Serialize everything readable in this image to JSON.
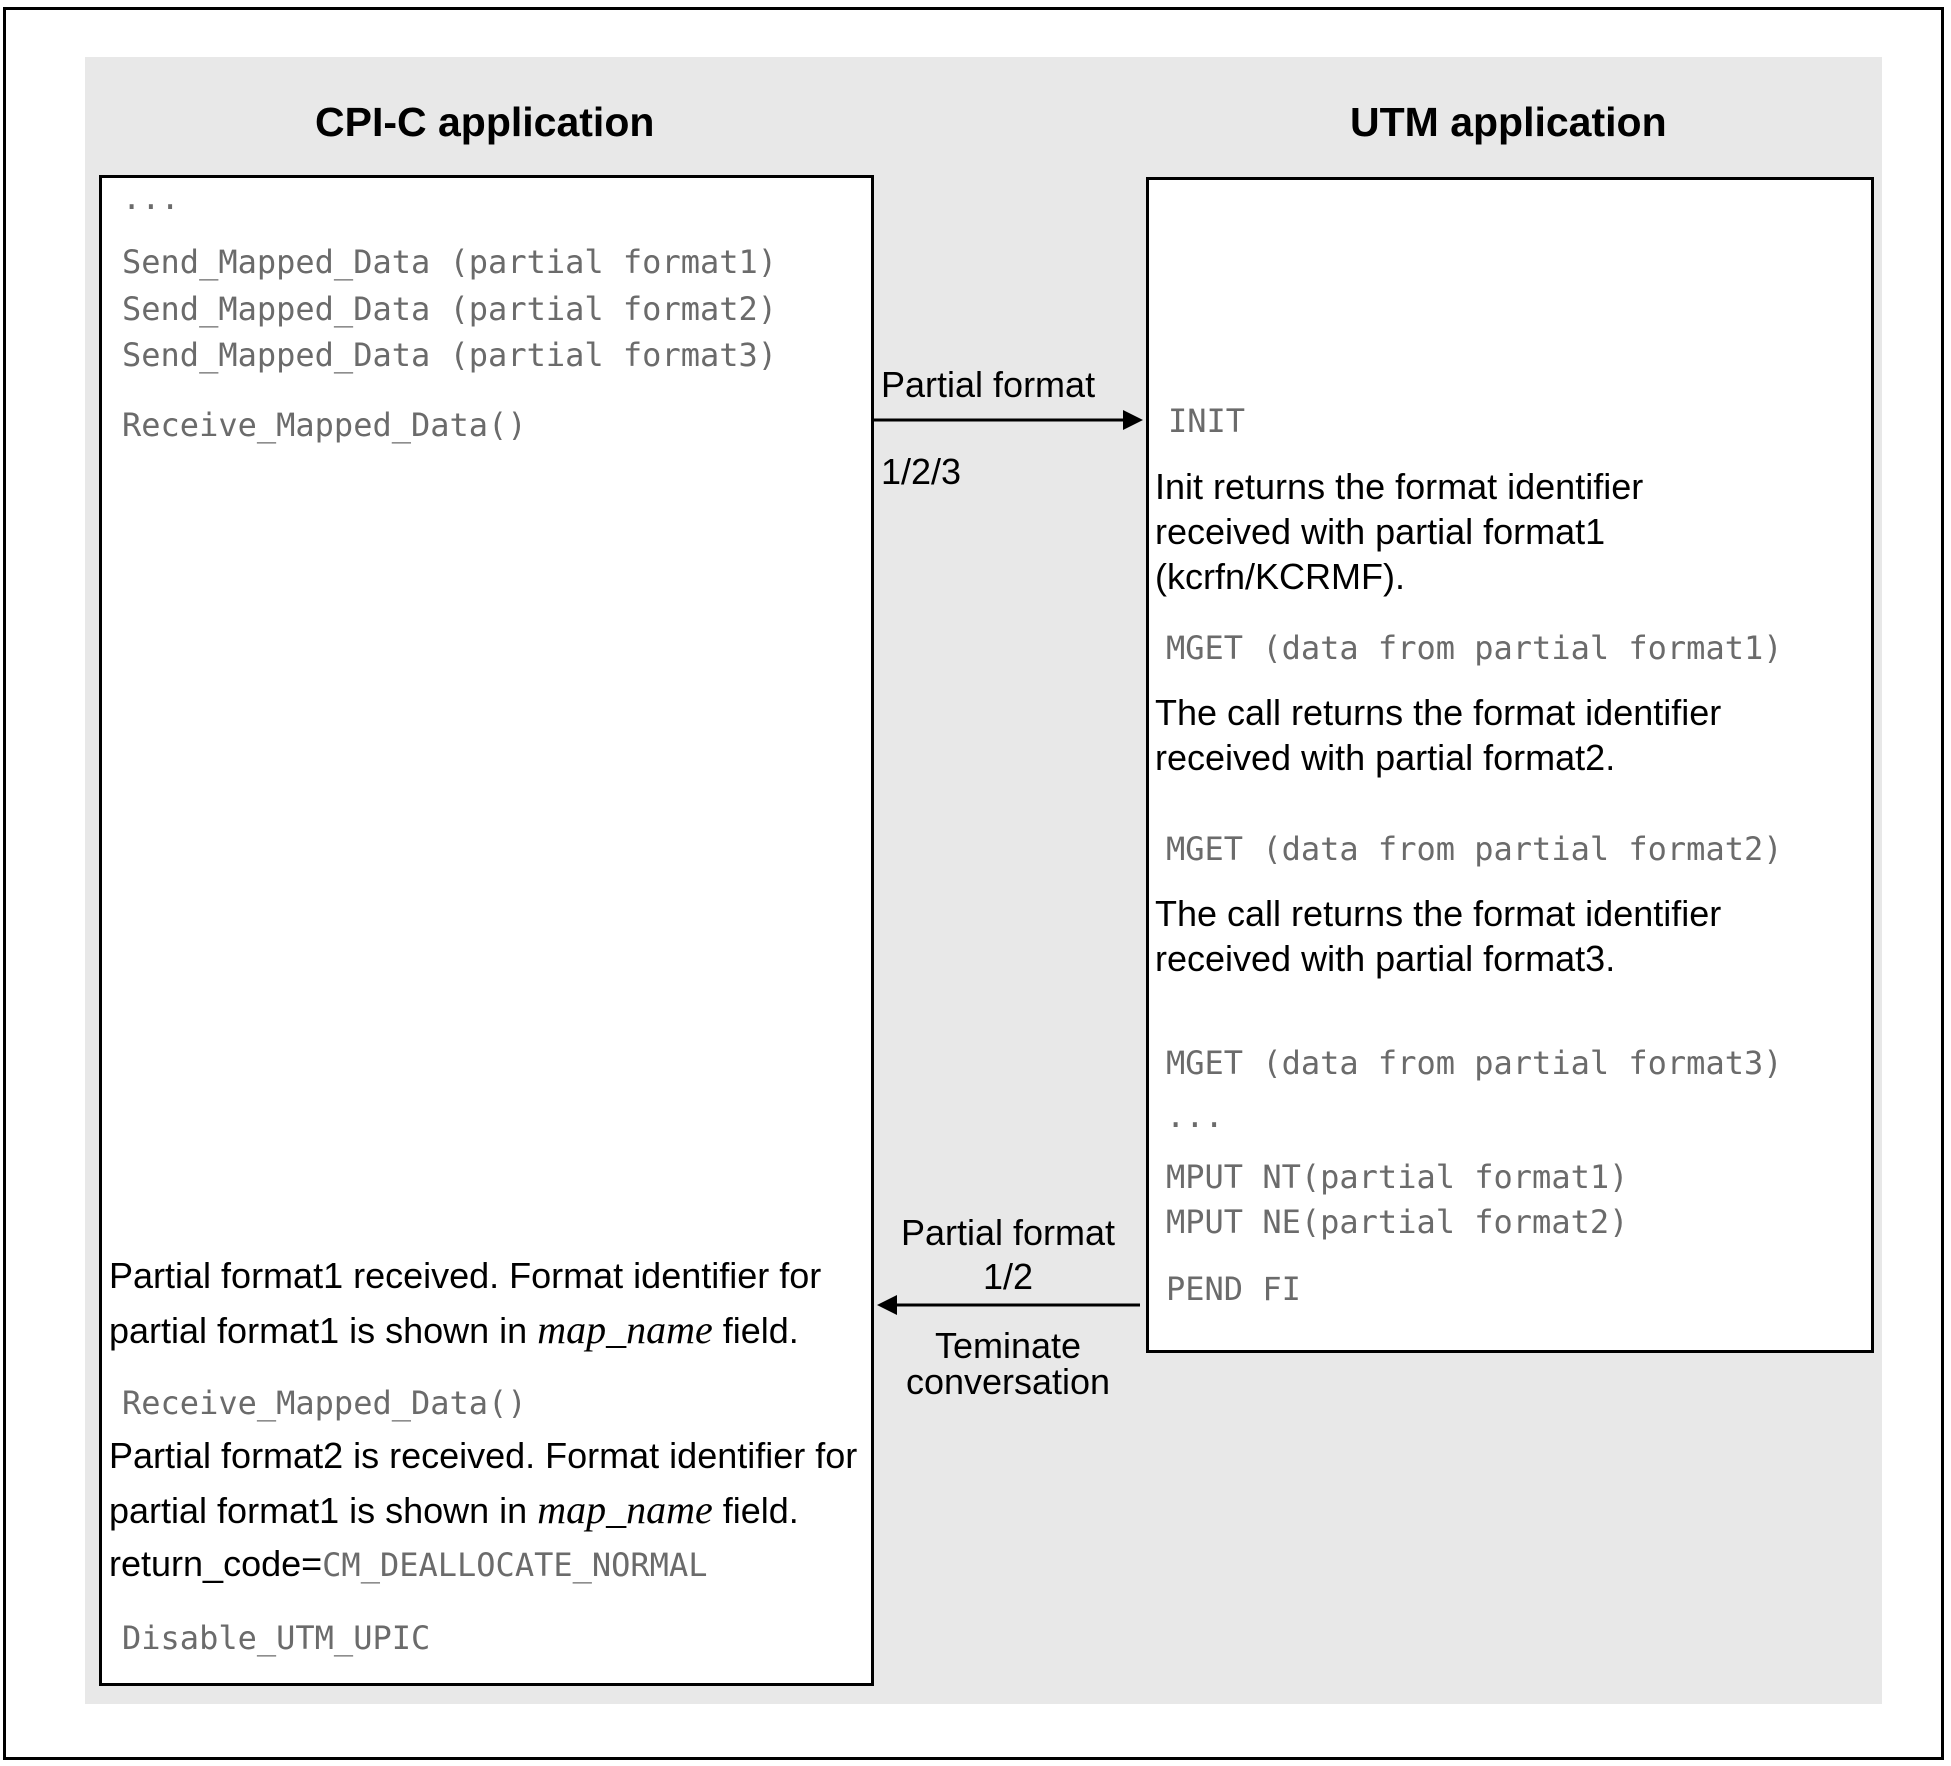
{
  "left": {
    "title": "CPI-C application",
    "ellipsis": "...",
    "send1": "Send_Mapped_Data (partial format1)",
    "send2": "Send_Mapped_Data (partial format2)",
    "send3": "Send_Mapped_Data (partial format3)",
    "receive1": "Receive_Mapped_Data()",
    "note1": {
      "line1": "Partial format1 received. Format identifier for",
      "line2_pre": "partial format1 is shown in ",
      "italic": "map_name",
      "line2_post": " field."
    },
    "receive2": "Receive_Mapped_Data()",
    "note2": {
      "line1": "Partial format2 is received. Format identifier for",
      "line2_pre": "partial format1 is shown in ",
      "italic": "map_name",
      "line2_post": " field."
    },
    "return_prefix": "return_code=",
    "return_value": "CM_DEALLOCATE_NORMAL",
    "disable": "Disable_UTM_UPIC"
  },
  "right": {
    "title": "UTM application",
    "init": "INIT",
    "init_note": [
      "Init returns the format identifier",
      "received with partial format1",
      "(kcrfn/KCRMF)."
    ],
    "mget1": "MGET (data from partial format1)",
    "note2": [
      "The call returns the format identifier",
      "received with partial format2."
    ],
    "mget2": "MGET (data from partial format2)",
    "note3": [
      "The call returns the format identifier",
      "received with partial format3."
    ],
    "mget3": "MGET (data from partial format3)",
    "ellipsis": "...",
    "mput1": "MPUT NT(partial format1)",
    "mput2": "MPUT NE(partial format2)",
    "pend": "PEND FI"
  },
  "arrows": {
    "forward_label": "Partial format",
    "forward_sub": "1/2/3",
    "back_label": "Partial format",
    "back_sub": "1/2",
    "terminate1": "Teminate",
    "terminate2": "conversation"
  }
}
